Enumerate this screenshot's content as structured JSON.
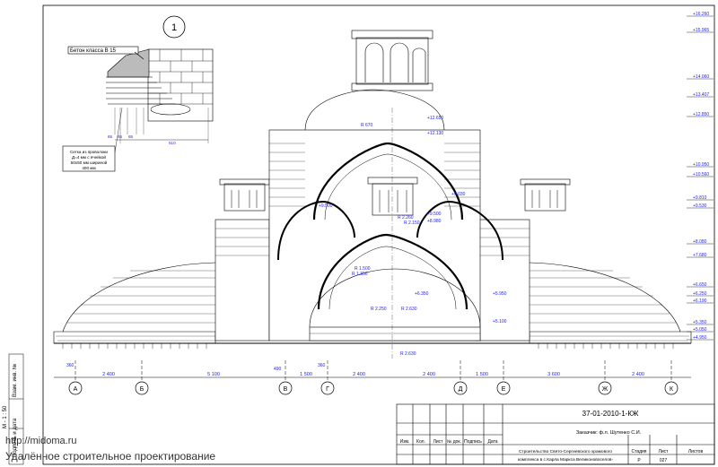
{
  "sheet": {
    "doc_code": "37-01-2010-1-КЖ",
    "customer": "Заказчик: ф.л. Шутенко С.И.",
    "project_lines": [
      "Строительство Свято-Сергиевского храмового",
      "комплекса в с.Карла Маркса Великоновоселов-"
    ],
    "col_headers": [
      "Изм.",
      "Кол.",
      "Лист",
      "№ док.",
      "Подпись",
      "Дата"
    ],
    "meta_headers": [
      "Стадия",
      "Лист",
      "Листов"
    ],
    "stage": "Р",
    "sheet_no": "027"
  },
  "side_stamp": {
    "inv": "Взам. инв. №",
    "sign": "Подпись и дата",
    "scale": "М - 1 : 50"
  },
  "callout": {
    "number": "1",
    "concrete": "Бетон класса В 15",
    "mesh": [
      "Сетка из проволоки",
      "Д=4 мм с ячейкой",
      "50х50 мм шириной",
      "400 мм"
    ],
    "dims": [
      "65",
      "65",
      "65",
      "510"
    ]
  },
  "axes": [
    "А",
    "Б",
    "В",
    "Г",
    "Д",
    "Е",
    "Ж",
    "К"
  ],
  "bottom_dims": [
    "2 400",
    "5 100",
    "1 500",
    "2 400",
    "2 400",
    "1 500",
    "3 600",
    "2 400"
  ],
  "small_dims": [
    "360",
    "490",
    "360"
  ],
  "levels": [
    "+16.260",
    "+15.965",
    "+14.060",
    "+13.407",
    "+12.850",
    "+10.950",
    "+10.560",
    "+9.810",
    "+9.530",
    "+8.080",
    "+7.680",
    "+6.650",
    "+6.250",
    "+6.190",
    "+5.350",
    "+5.050",
    "+4.950"
  ],
  "inner_levels": [
    "+12.650",
    "+12.130",
    "+9.500",
    "+9.500",
    "+9.030",
    "+8.980",
    "+6.350",
    "+5.950",
    "+5.100"
  ],
  "radii": [
    "R 670",
    "R 2.260",
    "R 2.150",
    "R 1.500",
    "R 1.350",
    "R 2.250",
    "R 2.630",
    "R 2.630"
  ],
  "watermark": {
    "url": "http://midoma.ru",
    "caption": "Удалённое строительное проектирование"
  }
}
